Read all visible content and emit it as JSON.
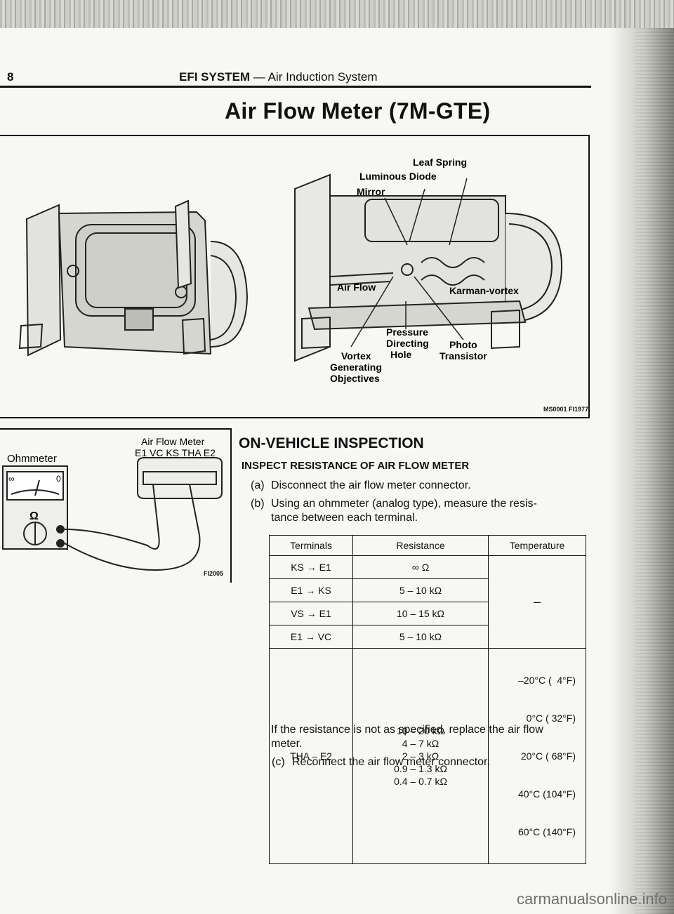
{
  "page": {
    "number": "8",
    "header_bold": "EFI SYSTEM",
    "header_rest": " — Air Induction System"
  },
  "title": "Air Flow Meter (7M-GTE)",
  "figure1": {
    "labels": {
      "leaf_spring": "Leaf Spring",
      "luminous_diode": "Luminous Diode",
      "mirror": "Mirror",
      "air_flow": "Air Flow",
      "karman_vortex": "Karman-vortex",
      "pressure": "Pressure",
      "directing": "Directing",
      "hole": "Hole",
      "photo": "Photo",
      "transistor": "Transistor",
      "vortex": "Vortex",
      "generating": "Generating",
      "objectives": "Objectives"
    },
    "code": "MS0001 FI1977"
  },
  "figure2": {
    "ohmmeter": "Ohmmeter",
    "meter_title": "Air Flow Meter",
    "terminals": "E1 VC KS THA E2",
    "inf": "∞",
    "zero": "0",
    "omega": "Ω",
    "code": "FI2005"
  },
  "section": {
    "heading": "ON-VEHICLE INSPECTION",
    "subheading": "INSPECT RESISTANCE OF AIR FLOW METER",
    "step_a_label": "(a)",
    "step_a": "Disconnect the air flow meter connector.",
    "step_b_label": "(b)",
    "step_b_line1": "Using an ohmmeter (analog type), measure the resis-",
    "step_b_line2": "tance between each terminal.",
    "note_line1": "If the resistance is not as specified, replace the air flow",
    "note_line2": "meter.",
    "step_c_label": "(c)",
    "step_c": "Reconnect the air flow meter connector."
  },
  "table": {
    "headers": [
      "Terminals",
      "Resistance",
      "Temperature"
    ],
    "rows": [
      {
        "terminals": "KS → E1",
        "resistance": "∞ Ω"
      },
      {
        "terminals": "E1 → KS",
        "resistance": "5 – 10 kΩ"
      },
      {
        "terminals": "VS → E1",
        "resistance": "10 – 15 kΩ"
      },
      {
        "terminals": "E1 → VC",
        "resistance": "5 – 10 kΩ"
      }
    ],
    "temp_dash": "–",
    "tha": {
      "terminals": "THA – E2",
      "resistances": [
        "10 – 20 kΩ",
        "4 – 7 kΩ",
        "2 – 3 kΩ",
        "0.9 – 1.3 kΩ",
        "0.4 – 0.7 kΩ"
      ],
      "temperatures": [
        "–20°C (  4°F)",
        "0°C ( 32°F)",
        "20°C ( 68°F)",
        "40°C (104°F)",
        "60°C (140°F)"
      ]
    }
  },
  "watermark": "carmanualsonline.info"
}
